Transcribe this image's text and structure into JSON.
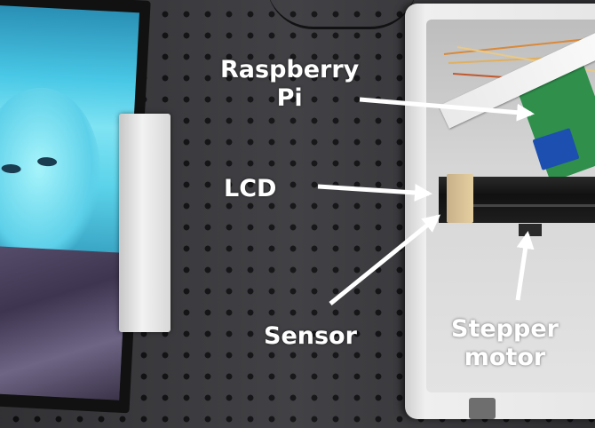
{
  "labels": {
    "raspberry_pi": {
      "line1": "Raspberry",
      "line2": "Pi"
    },
    "lcd": "LCD",
    "sensor": "Sensor",
    "stepper_motor": {
      "line1": "Stepper",
      "line2": "motor"
    }
  },
  "colors": {
    "label_text": "#ffffff",
    "arrow": "#ffffff",
    "screen_cyan": "#49c8e6",
    "pcb_green": "#2f8f4b",
    "breadboard_grey": "#3a3a3e"
  }
}
